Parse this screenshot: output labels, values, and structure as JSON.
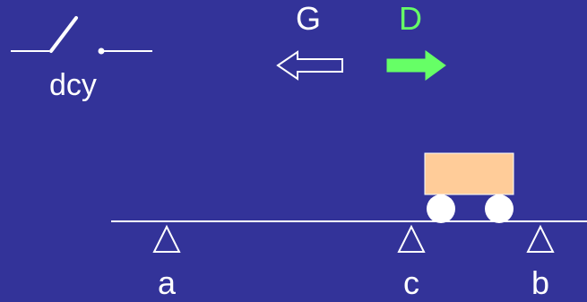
{
  "switch": {
    "label": "dcy"
  },
  "directions": {
    "left": {
      "label": "G",
      "arrow_style": "outline",
      "color": "#ffffff"
    },
    "right": {
      "label": "D",
      "arrow_style": "filled",
      "color": "#66ff66"
    }
  },
  "points": [
    {
      "label": "a"
    },
    {
      "label": "c"
    },
    {
      "label": "b"
    }
  ],
  "cart": {
    "body_color": "#ffcc99",
    "wheel_color": "#ffffff"
  },
  "colors": {
    "background": "#333399",
    "foreground": "#ffffff",
    "active": "#66ff66"
  }
}
